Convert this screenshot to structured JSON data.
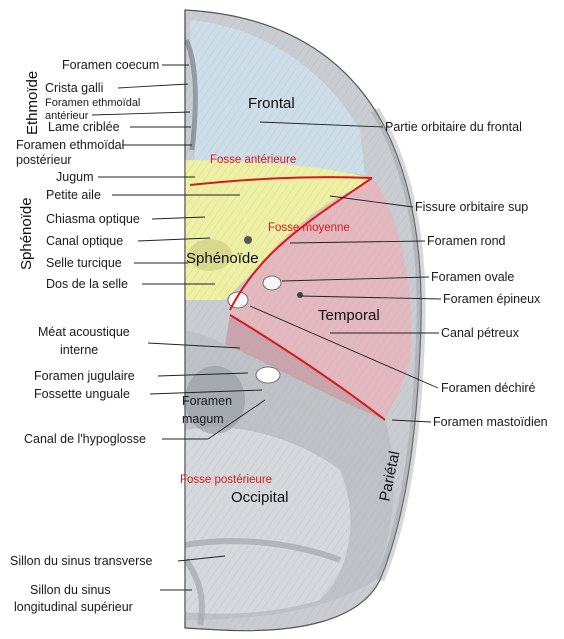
{
  "regions": {
    "frontal": "Frontal",
    "sphenoide": "Sphénoïde",
    "temporal": "Temporal",
    "occipital": "Occipital",
    "parietal": "Pariétal"
  },
  "fosses": {
    "anterieure": "Fosse antérieure",
    "moyenne": "Fosse moyenne",
    "posterieure": "Fosse postérieure"
  },
  "side_labels": {
    "ethmoide": "Ethmoïde",
    "sphenoide": "Sphénoïde"
  },
  "left_labels": {
    "foramen_coecum": "Foramen coecum",
    "crista_galli": "Crista galli",
    "foramen_ethmoidal_anterieur_1": "Foramen ethmoïdal",
    "foramen_ethmoidal_anterieur_2": "antérieur",
    "lame_criblee": "Lame criblée",
    "foramen_ethmoidal_posterieur_1": "Foramen ethmoïdal",
    "foramen_ethmoidal_posterieur_2": "postérieur",
    "jugum": "Jugum",
    "petite_aile": "Petite aile",
    "chiasma_optique": "Chiasma optique",
    "canal_optique": "Canal optique",
    "selle_turcique": "Selle turcique",
    "dos_de_la_selle": "Dos de la selle",
    "meat_acoustique_1": "Méat acoustique",
    "meat_acoustique_2": "interne",
    "foramen_jugulaire": "Foramen jugulaire",
    "fossette_unguale": "Fossette unguale",
    "foramen_magnum_1": "Foramen",
    "foramen_magnum_2": "magum",
    "canal_hypoglosse": "Canal de l'hypoglosse",
    "sillon_sinus_transverse": "Sillon du sinus transverse",
    "sillon_sinus_longitudinal_1": "Sillon du sinus",
    "sillon_sinus_longitudinal_2": "longitudinal supérieur"
  },
  "right_labels": {
    "partie_orbitaire": "Partie orbitaire du frontal",
    "fissure_orbitaire": "Fissure orbitaire sup",
    "foramen_rond": "Foramen rond",
    "foramen_ovale": "Foramen ovale",
    "foramen_epineux": "Foramen épineux",
    "canal_petreux": "Canal pétreux",
    "foramen_dechire": "Foramen déchiré",
    "foramen_mastoidien": "Foramen mastoïdien"
  },
  "colors": {
    "bone": "#c9ccd0",
    "bone_light": "#dfe2e5",
    "sphenoid_yellow": "#eef0a4",
    "temporal_pink": "#e7b6bd",
    "fosse_red": "#d21d1d",
    "frontal_blue": "#cfe0ec"
  }
}
